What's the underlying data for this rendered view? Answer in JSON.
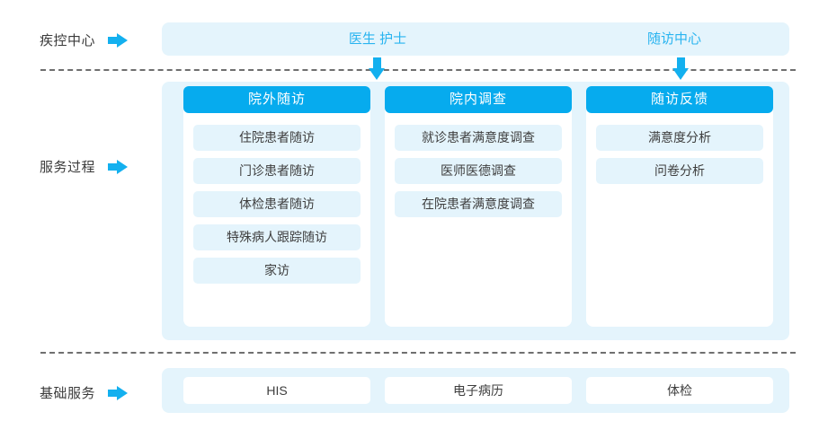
{
  "rows": {
    "top": {
      "label": "疾控中心",
      "arrow_icon": "arrow-right-icon",
      "roles": [
        {
          "name": "医生 护士"
        },
        {
          "name": "随访中心"
        }
      ]
    },
    "middle": {
      "label": "服务过程",
      "arrow_icon": "arrow-right-icon",
      "columns": [
        {
          "header": "院外随访",
          "items": [
            "住院患者随访",
            "门诊患者随访",
            "体检患者随访",
            "特殊病人跟踪随访",
            "家访"
          ]
        },
        {
          "header": "院内调查",
          "items": [
            "就诊患者满意度调查",
            "医师医德调查",
            "在院患者满意度调查"
          ]
        },
        {
          "header": "随访反馈",
          "items": [
            "满意度分析",
            "问卷分析"
          ]
        }
      ]
    },
    "bottom": {
      "label": "基础服务",
      "arrow_icon": "arrow-right-icon",
      "services": [
        "HIS",
        "电子病历",
        "体检"
      ]
    }
  },
  "connectors": {
    "down_arrow_icon": "arrow-down-icon",
    "divider_icon": "dashed-divider"
  },
  "colors": {
    "accent_blue": "#06ABEE",
    "arrow_blue": "#13B0EF",
    "role_text_blue": "#29B4F0",
    "panel_bg": "#E4F4FC",
    "card_bg": "#FFFFFF",
    "divider": "#6F6F6F"
  }
}
